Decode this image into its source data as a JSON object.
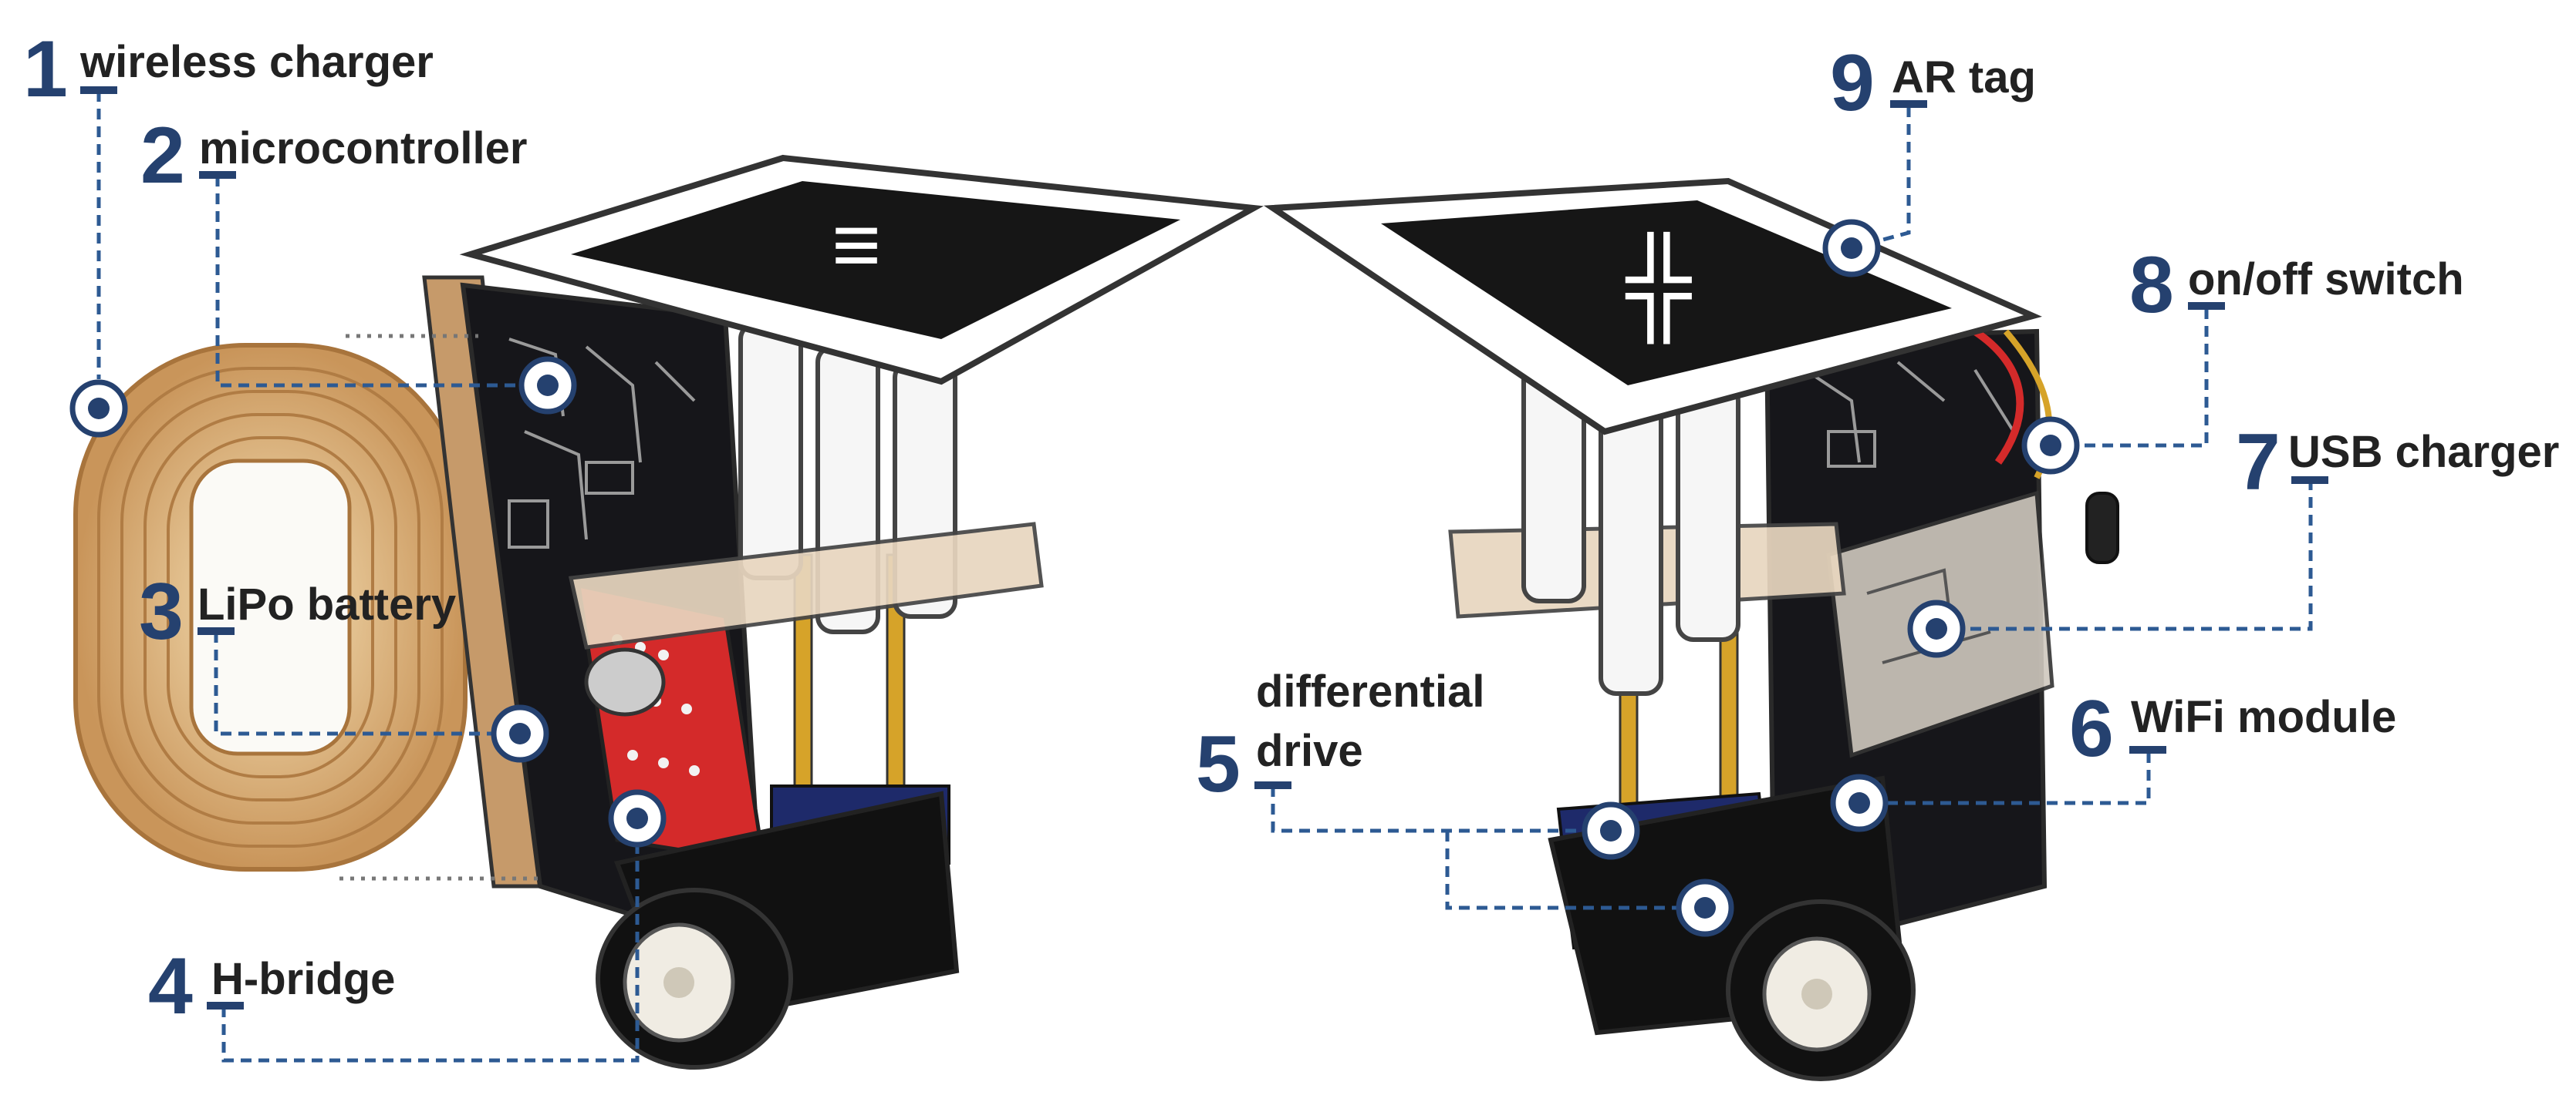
{
  "accent_color": "#25416f",
  "line_color": "#2d5a93",
  "callouts": [
    {
      "id": "1",
      "number": "1",
      "label": "wireless charger"
    },
    {
      "id": "2",
      "number": "2",
      "label": "microcontroller"
    },
    {
      "id": "3",
      "number": "3",
      "label": "LiPo battery"
    },
    {
      "id": "4",
      "number": "4",
      "label": "H-bridge"
    },
    {
      "id": "5",
      "number": "5",
      "label": "differential drive"
    },
    {
      "id": "6",
      "number": "6",
      "label": "WiFi module"
    },
    {
      "id": "7",
      "number": "7",
      "label": "USB charger"
    },
    {
      "id": "8",
      "number": "8",
      "label": "on/off switch"
    },
    {
      "id": "9",
      "number": "9",
      "label": "AR tag"
    }
  ],
  "illustrations": [
    {
      "name": "robot-front-view",
      "tag_glyph": "≡"
    },
    {
      "name": "robot-rear-view",
      "tag_glyph": "╬"
    }
  ]
}
